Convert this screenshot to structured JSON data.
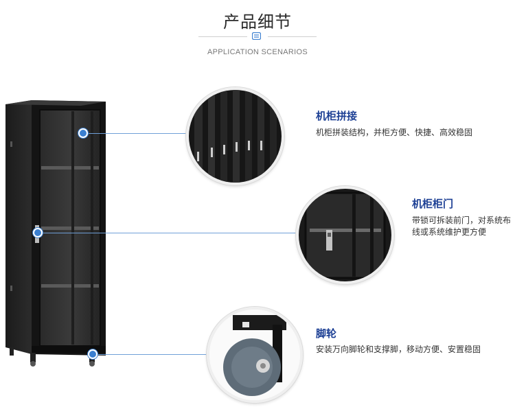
{
  "header": {
    "title": "产品细节",
    "subtitle": "APPLICATION SCENARIOS",
    "icon": "list-icon"
  },
  "colors": {
    "accent": "#3a7fd0",
    "feature_title": "#1c3f94"
  },
  "features": [
    {
      "title": "机柜拼接",
      "lines": [
        "机柜拼装结构，并柜方便、快捷、高效稳固"
      ]
    },
    {
      "title": "机柜柜门",
      "lines": [
        "带锁可拆装前门，对系统布",
        "线或系统维护更方便"
      ]
    },
    {
      "title": "脚轮",
      "lines": [
        "安装万向脚轮和支撑脚，移动方便、安置稳固"
      ]
    }
  ]
}
